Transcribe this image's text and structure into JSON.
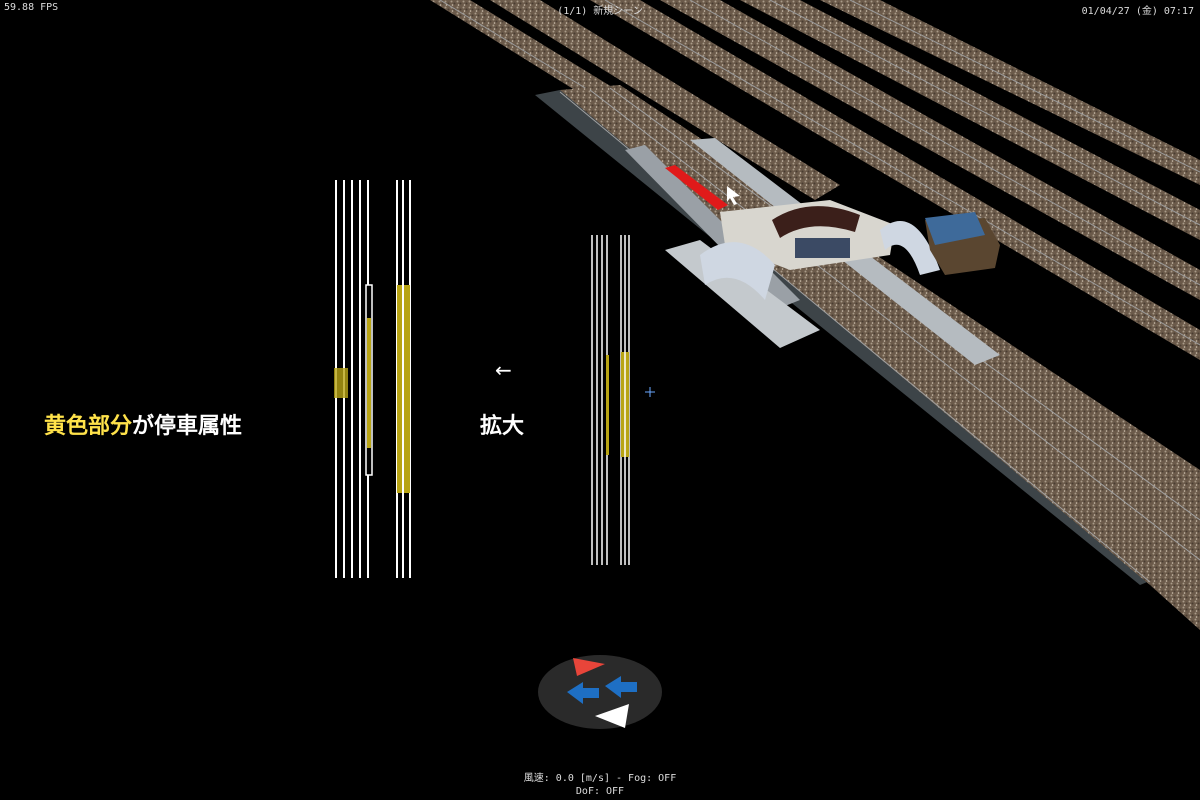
{
  "hud": {
    "fps": "59.88 FPS",
    "scene_title": "(1/1) 新規シーン",
    "clock": "01/04/27 (金) 07:17",
    "status_line1": "風速: 0.0 [m/s] - Fog: OFF",
    "status_line2": "DoF: OFF"
  },
  "annotations": {
    "caption_highlight": "黄色部分",
    "caption_rest": "が停車属性",
    "zoom_label": "拡大",
    "arrow": "←"
  },
  "colors": {
    "background": "#000000",
    "highlight_text": "#ffe24a",
    "stop_attribute": "#b8a414",
    "selected_track": "#e01a1a",
    "compass_dark": "#2a2a2a",
    "compass_blue": "#1e6fc4",
    "compass_red": "#e8453a"
  },
  "icons": {
    "compass": "navigation-compass-icon",
    "cursor": "mouse-pointer-icon"
  }
}
